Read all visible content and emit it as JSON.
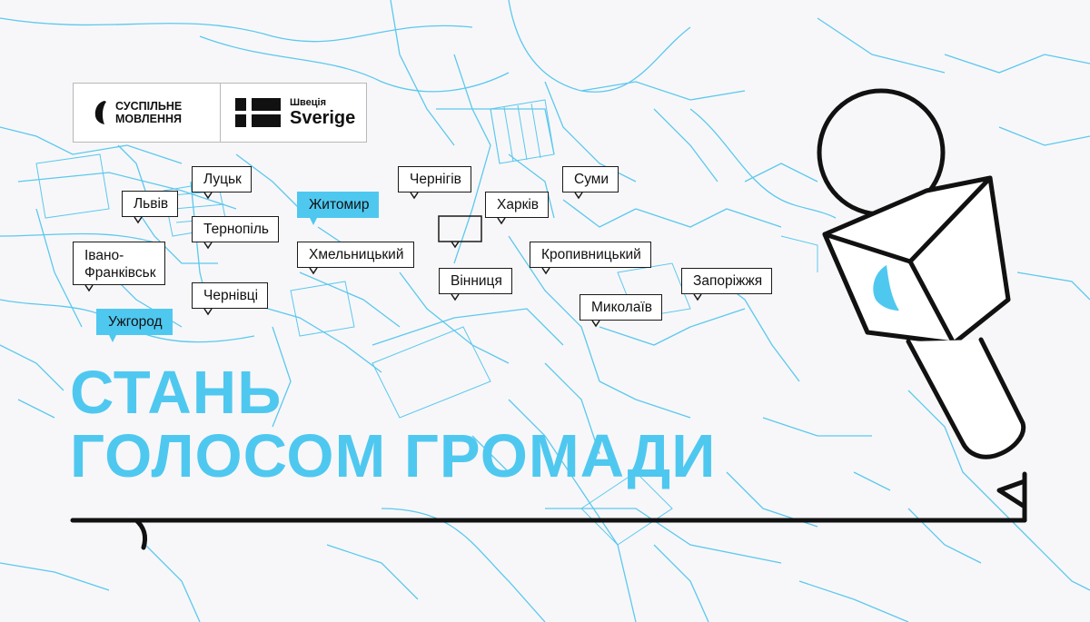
{
  "logos": {
    "suspilne_line1": "СУСПІЛЬНЕ",
    "suspilne_line2": "МОВЛЕННЯ",
    "sweden_small": "Швеція",
    "sweden_big": "Sverige"
  },
  "cities": {
    "lutsk": "Луцьк",
    "lviv": "Львів",
    "zhytomyr": "Житомир",
    "chernihiv": "Чернігів",
    "sumy": "Суми",
    "kharkiv": "Харків",
    "ternopil": "Тернопіль",
    "ivano_line1": "Івано-",
    "ivano_line2": "Франківськ",
    "khmelnytskyi": "Хмельницький",
    "kropyvnytskyi": "Кропивницький",
    "vinnytsia": "Вінниця",
    "zaporizhzhia": "Запоріжжя",
    "chernivtsi": "Чернівці",
    "mykolaiv": "Миколаїв",
    "uzhhorod": "Ужгород"
  },
  "headline": {
    "line1": "СТАНЬ",
    "line2": "ГОЛОСОМ ГРОМАДИ"
  },
  "colors": {
    "accent": "#4fc8f0",
    "ink": "#111111",
    "background": "#f7f7f9"
  }
}
